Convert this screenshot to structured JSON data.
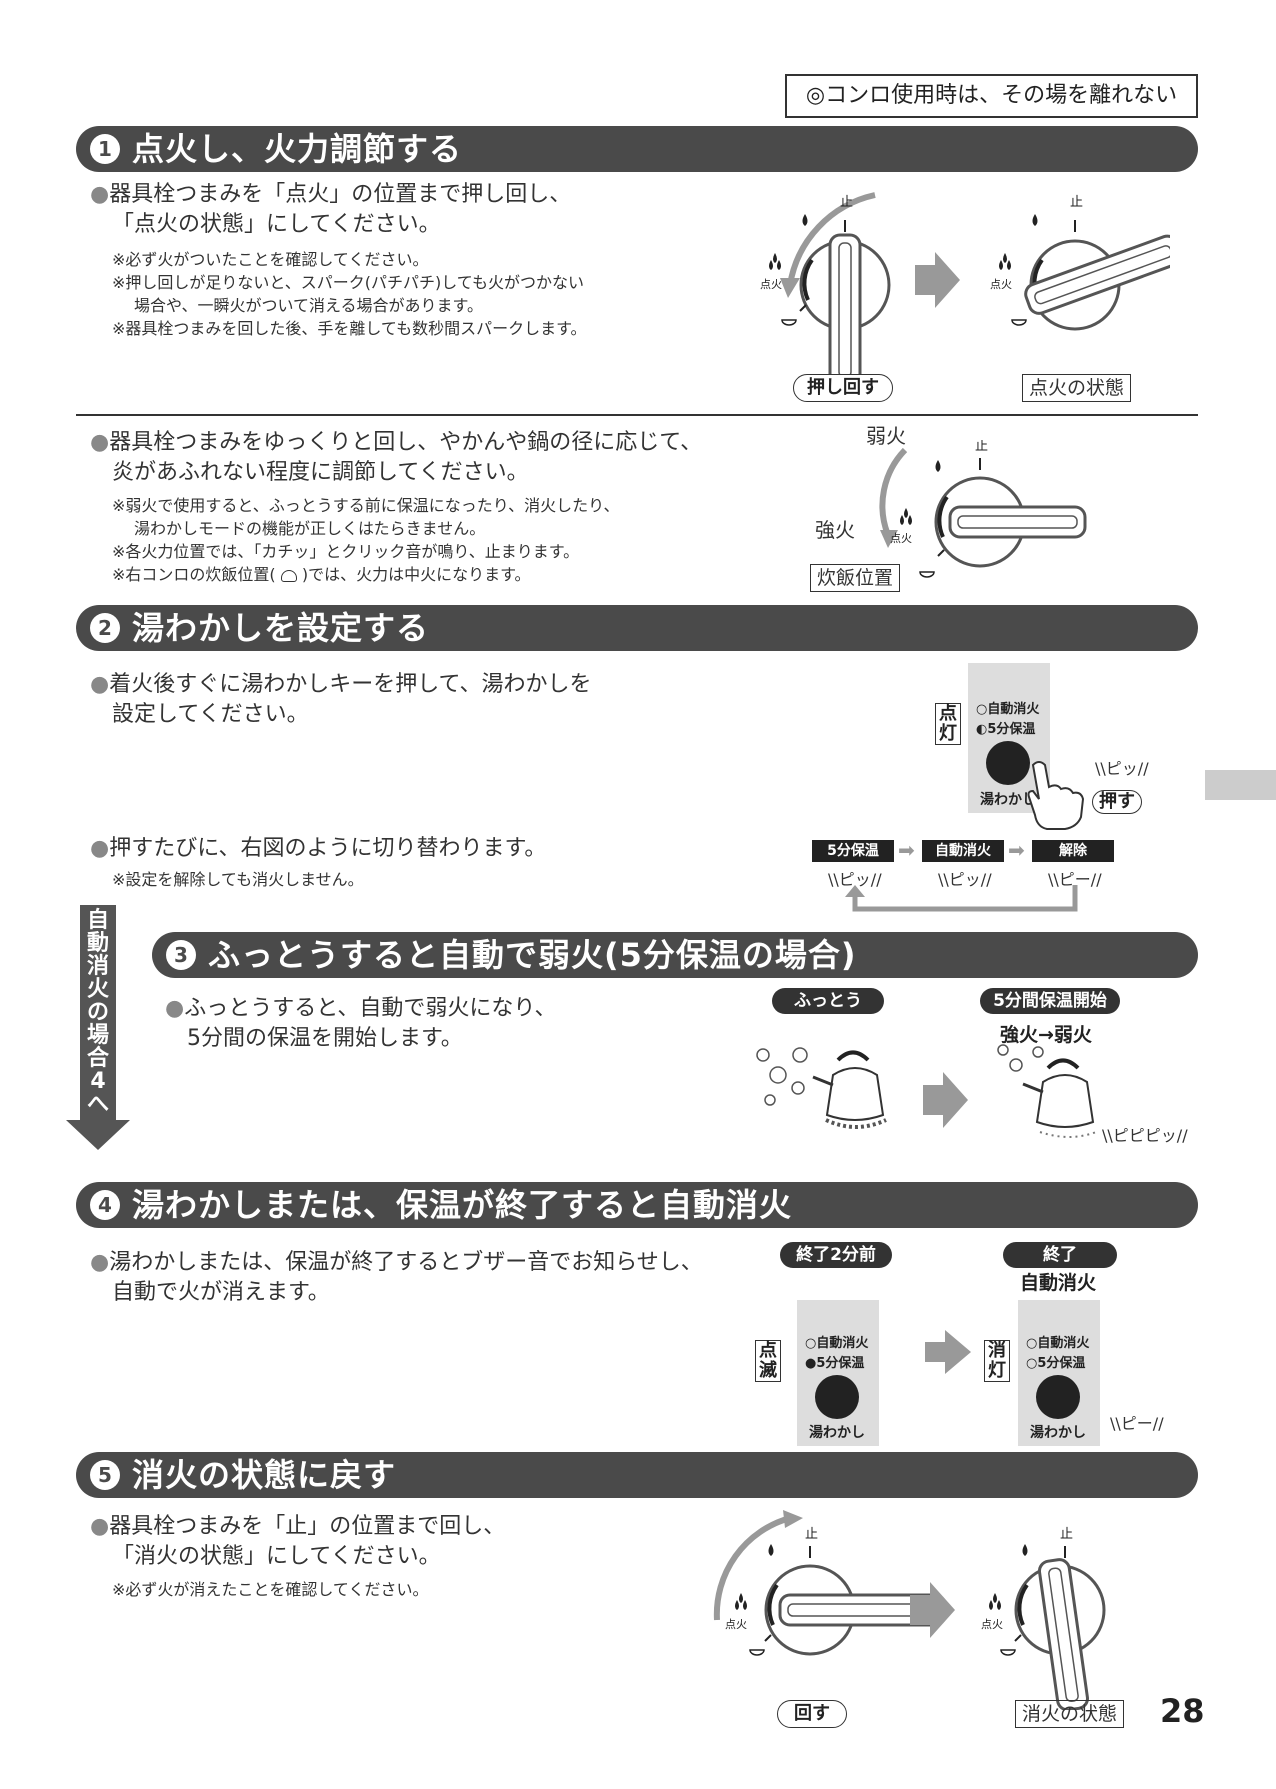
{
  "header": {
    "warning": "◎コンロ使用時は、その場を離れない"
  },
  "s1": {
    "num": "1",
    "title": "点火し、火力調節する",
    "p1_line1": "器具栓つまみを「点火」の位置まで押し回し、",
    "p1_line2": "「点火の状態」にしてください。",
    "n1": "※必ず火がついたことを確認してください。",
    "n2": "※押し回しが足りないと、スパーク(パチパチ)しても火がつかない",
    "n3": "場合や、一瞬火がついて消える場合があります。",
    "n4": "※器具栓つまみを回した後、手を離しても数秒間スパークします。",
    "tag_push": "押し回す",
    "tag_ignited": "点火の状態",
    "p2_line1": "器具栓つまみをゆっくりと回し、やかんや鍋の径に応じて、",
    "p2_line2": "炎があふれない程度に調節してください。",
    "n5": "※弱火で使用すると、ふっとうする前に保温になったり、消火したり、",
    "n6": "湯わかしモードの機能が正しくはたらきません。",
    "n7": "※各火力位置では、「カチッ」とクリック音が鳴り、止まります。",
    "n8a": "※右コンロの炊飯位置(",
    "n8b": ")では、火力は中火になります。",
    "label_weak": "弱火",
    "label_strong": "強火",
    "label_rice": "炊飯位置",
    "knob_stop": "止",
    "knob_ignite": "点火"
  },
  "s2": {
    "num": "2",
    "title": "湯わかしを設定する",
    "p1_line1": "着火後すぐに湯わかしキーを押して、湯わかしを",
    "p1_line2": "設定してください。",
    "p2": "押すたびに、右図のように切り替わります。",
    "n1": "※設定を解除しても消火しません。",
    "lit": "点灯",
    "ind_auto": "自動消火",
    "ind_5min": "5分保温",
    "btn_label": "湯わかし",
    "beep": "ピッ",
    "tag_push": "押す",
    "cycle": [
      "5分保温",
      "自動消火",
      "解除"
    ],
    "cycle_beeps": [
      "ピッ",
      "ピッ",
      "ピー"
    ]
  },
  "side_arrow": {
    "text": [
      "自",
      "動",
      "消",
      "火",
      "の",
      "場",
      "合",
      "4",
      "へ"
    ]
  },
  "s3": {
    "num": "3",
    "title": "ふっとうすると自動で弱火(5分保温の場合)",
    "p1_line1": "ふっとうすると、自動で弱火になり、",
    "p1_line2": "5分間の保温を開始します。",
    "pill_boil": "ふっとう",
    "pill_keep": "5分間保温開始",
    "strong_to_weak": "強火→弱火",
    "beep": "ピピピッ"
  },
  "s4": {
    "num": "4",
    "title": "湯わかしまたは、保温が終了すると自動消火",
    "p1_line1": "湯わかしまたは、保温が終了するとブザー音でお知らせし、",
    "p1_line2": "自動で火が消えます。",
    "pill_2min": "終了2分前",
    "pill_end": "終了",
    "auto_off": "自動消火",
    "blink": "点滅",
    "unlit": "消灯",
    "ind_auto": "自動消火",
    "ind_5min": "5分保温",
    "btn_label": "湯わかし",
    "beep": "ピー"
  },
  "s5": {
    "num": "5",
    "title": "消火の状態に戻す",
    "p1_line1": "器具栓つまみを「止」の位置まで回し、",
    "p1_line2": "「消火の状態」にしてください。",
    "n1": "※必ず火が消えたことを確認してください。",
    "tag_turn": "回す",
    "tag_off": "消火の状態"
  },
  "page_number": "28",
  "colors": {
    "bar": "#4a4a4a",
    "arrow": "#999999",
    "panel": "#dddddd"
  }
}
